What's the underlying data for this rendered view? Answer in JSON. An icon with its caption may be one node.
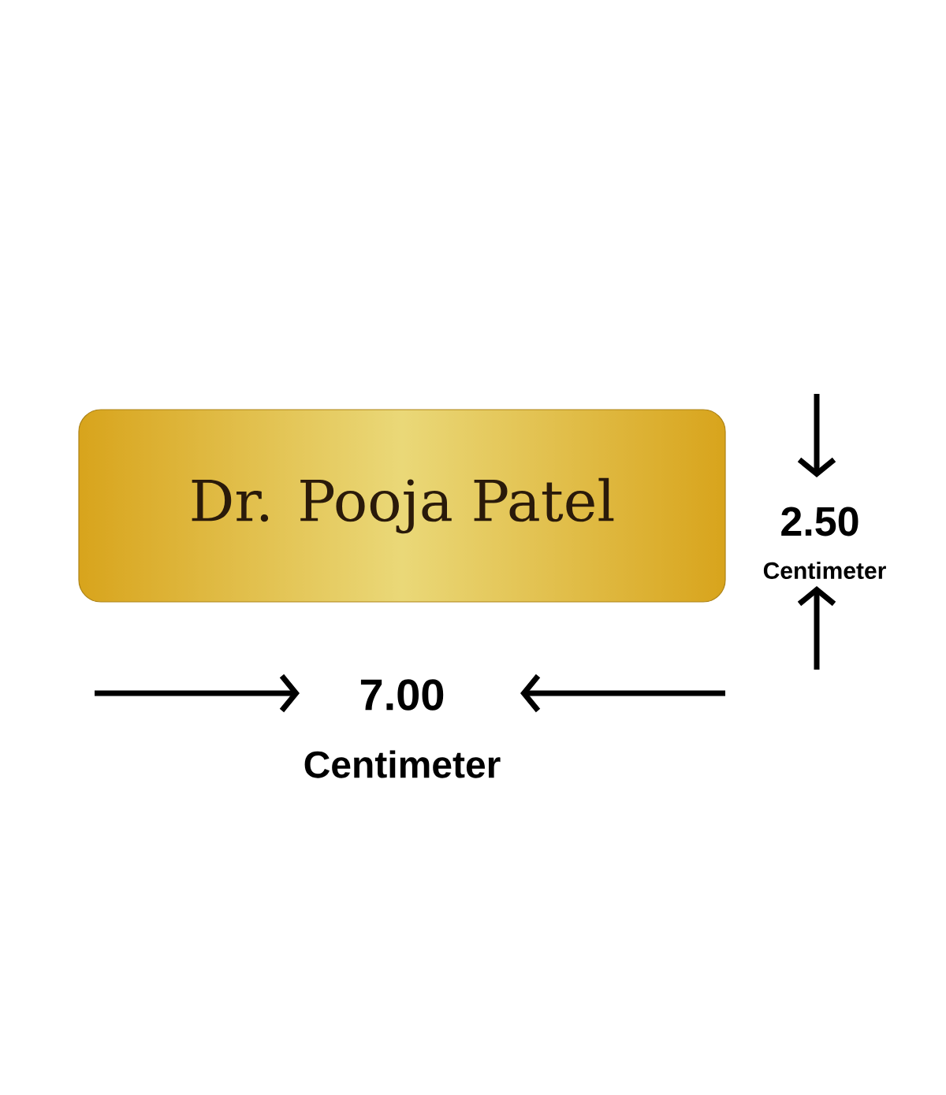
{
  "diagram": {
    "nodes": [
      {
        "text": [
          "Dr. Pooja Patel"
        ]
      }
    ],
    "labels": [
      "2.50",
      "Centimeter",
      "7.00",
      "Centimeter"
    ]
  }
}
